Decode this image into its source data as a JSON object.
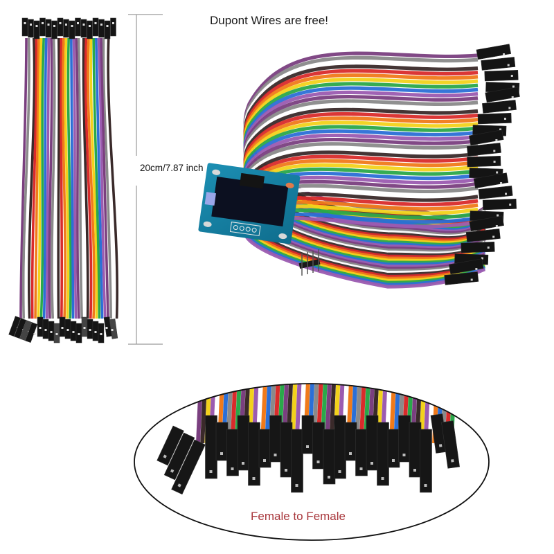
{
  "headline": "Dupont Wires are free!",
  "dimension": {
    "label": "20cm/7.87 inch",
    "line_color": "#9a9a9a"
  },
  "caption": {
    "text": "Female to Female",
    "color": "#a8363b"
  },
  "wire_colors": [
    "#7a3f7f",
    "#8a8a8a",
    "#ffffff",
    "#3a2a2a",
    "#d92b2b",
    "#f07a1a",
    "#f2d21b",
    "#2aa84a",
    "#2b6fd6",
    "#9b5bb0"
  ],
  "components": {
    "left_bundle": "straight rainbow jumper wire bundle with black female headers",
    "right_bundle": "curved rainbow ribbon of dupont wires with black female headers",
    "oled_module": "blue PCB OLED display module with 4-pin header",
    "pin_header": "4-pin black male header",
    "closeup": "close-up of female connector ends inside an ellipse"
  }
}
